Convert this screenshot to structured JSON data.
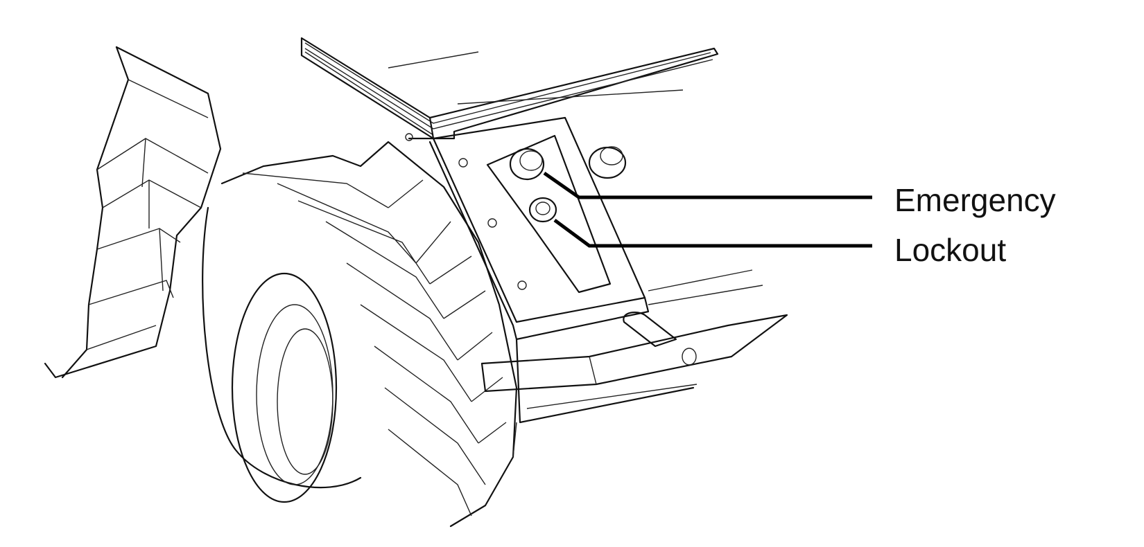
{
  "callouts": [
    {
      "id": "emergency",
      "label": "Emergency"
    },
    {
      "id": "lockout",
      "label": "Lockout"
    }
  ]
}
